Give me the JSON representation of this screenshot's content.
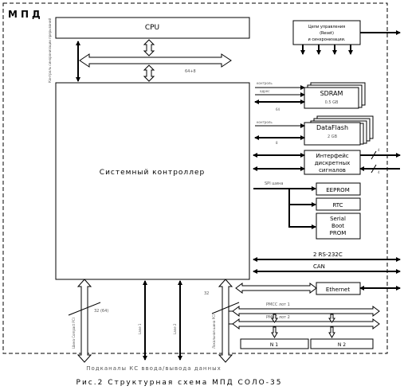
{
  "frame_title": "МПД",
  "caption": "Рис.2 Структурная схема МПД СОЛО-35",
  "blocks": {
    "cpu": "CPU",
    "system_controller": "Системный контроллер",
    "reset_line1": "Цепи управления",
    "reset_line2": "(Reset)",
    "reset_line3": "и синхронизации.",
    "sdram_title": "SDRAM",
    "sdram_size": "0.5 GB",
    "dataflash_title": "DataFlash",
    "dataflash_size": "2 GB",
    "discrete_line1": "Интерфейс",
    "discrete_line2": "дискретных",
    "discrete_line3": "сигналов",
    "eeprom": "EEPROM",
    "rtc": "RTC",
    "serial_boot_line1": "Serial",
    "serial_boot_line2": "Boot",
    "serial_boot_line3": "PROM",
    "ethernet": "Ethernet",
    "slot1": "N 1",
    "slot2": "N 2"
  },
  "labels": {
    "cpu_bus": "64+8",
    "control_sync": "Контроль синхронизации прерываний",
    "sdram_control": "контроль",
    "sdram_address": "адрес",
    "sdram_width": "64",
    "flash_control": "контроль",
    "flash_width": "8",
    "discrete_count": "4",
    "discrete_count2": "4",
    "spi_bus": "SPI шина",
    "rs232": "2 RS-232C",
    "can": "CAN",
    "pmcc1": "PMCC лот 1",
    "pmcc2": "PMCC лот 2",
    "pci_width": "32 (64)",
    "pci_bus": "Шина Compact PCI",
    "lane1": "Lane 1",
    "lane2": "Lane 2",
    "local_pci_width": "32",
    "local_pci": "Локальная шина PCI",
    "io_channels": "Подканалы КС ввода/вывода данных"
  }
}
